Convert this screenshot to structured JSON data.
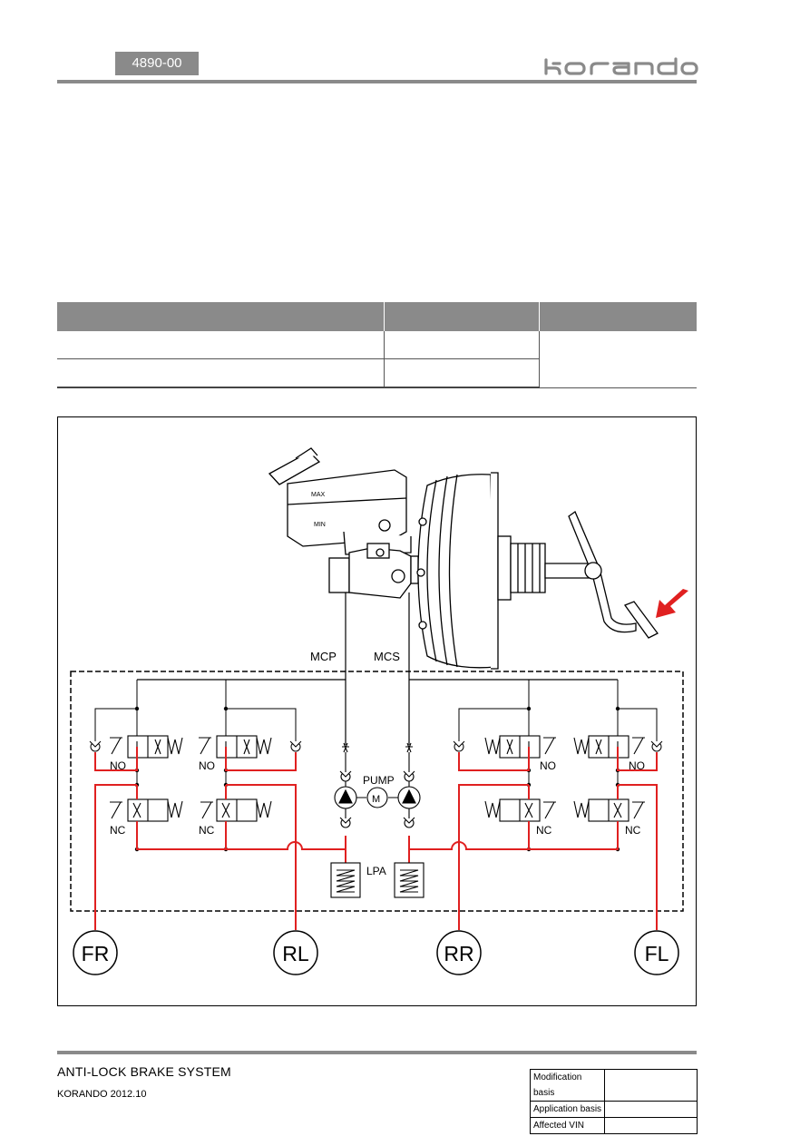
{
  "header": {
    "section_code": "4890-00",
    "brand_logo": "korando"
  },
  "spec_table": {
    "columns": [
      "",
      "",
      ""
    ],
    "rows": [
      [
        "",
        "",
        ""
      ],
      [
        "",
        ""
      ]
    ]
  },
  "diagram": {
    "line_labels": {
      "primary": "MCP",
      "secondary": "MCS"
    },
    "pump_label": "PUMP",
    "motor_label": "M",
    "accumulator_label": "LPA",
    "valve_labels": {
      "normally_open": "NO",
      "normally_closed": "NC"
    },
    "wheels": {
      "front_right": "FR",
      "rear_left": "RL",
      "rear_right": "RR",
      "front_left": "FL"
    },
    "colors": {
      "hydraulic_line": "#e02020",
      "arrow": "#e02020",
      "outline": "#000000"
    }
  },
  "footer": {
    "title": "ANTI-LOCK BRAKE SYSTEM",
    "model": "KORANDO 2012.10",
    "modification_table": [
      {
        "label": "Modification basis",
        "value": ""
      },
      {
        "label": "Application basis",
        "value": ""
      },
      {
        "label": "Affected VIN",
        "value": ""
      }
    ]
  }
}
